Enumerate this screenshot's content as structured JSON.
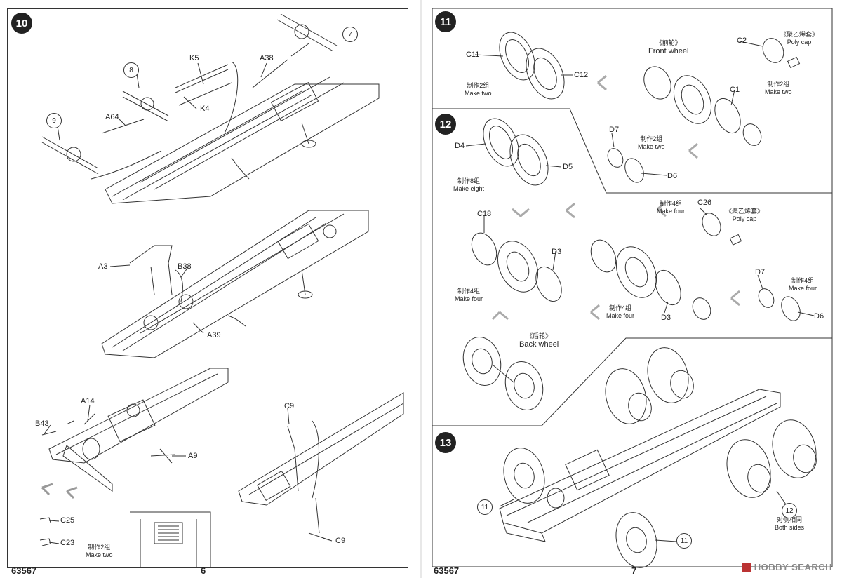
{
  "left_page": {
    "step": "10",
    "labels": {
      "k5": "K5",
      "k4": "K4",
      "a38": "A38",
      "a64": "A64",
      "a3": "A3",
      "b38": "B38",
      "a39": "A39",
      "a14": "A14",
      "b43": "B43",
      "a9": "A9",
      "c9_top": "C9",
      "c9_bottom": "C9",
      "c25": "C25",
      "c23": "C23"
    },
    "callouts": {
      "c7": "7",
      "c8": "8",
      "c9": "9"
    },
    "make_two_cn": "制作2组",
    "make_two_en": "Make two",
    "code": "63567",
    "page_number": "6"
  },
  "right_page": {
    "steps": {
      "s11": "11",
      "s12": "12",
      "s13": "13"
    },
    "labels": {
      "c11": "C11",
      "c12": "C12",
      "c2": "C2",
      "c1": "C1",
      "d7_a": "D7",
      "d6_a": "D6",
      "d4": "D4",
      "d5": "D5",
      "c18": "C18",
      "d3_a": "D3",
      "d3_b": "D3",
      "c26": "C26",
      "d7_b": "D7",
      "d6_b": "D6"
    },
    "notes": {
      "make_two_1_cn": "制作2组",
      "make_two_1_en": "Make two",
      "front_wheel_cn": "《前轮》",
      "front_wheel_en": "Front wheel",
      "poly_cap_1_cn": "《聚乙烯套》",
      "poly_cap_1_en": "Poly cap",
      "make_two_2_cn": "制作2组",
      "make_two_2_en": "Make two",
      "make_two_3_cn": "制作2组",
      "make_two_3_en": "Make two",
      "make_eight_cn": "制作8组",
      "make_eight_en": "Make eight",
      "make_four_1_cn": "制作4组",
      "make_four_1_en": "Make four",
      "poly_cap_2_cn": "《聚乙烯套》",
      "poly_cap_2_en": "Poly cap",
      "make_four_2_cn": "制作4组",
      "make_four_2_en": "Make four",
      "make_four_3_cn": "制作4组",
      "make_four_3_en": "Make four",
      "make_four_4_cn": "制作4组",
      "make_four_4_en": "Make four",
      "back_wheel_cn": "《后轮》",
      "back_wheel_en": "Back wheel",
      "both_sides_cn": "对侧相同",
      "both_sides_en": "Both sides"
    },
    "callouts": {
      "c11a": "11",
      "c11b": "11",
      "c12": "12"
    },
    "code": "63567",
    "page_number": "7"
  },
  "watermark": "HOBBY SEARCH"
}
